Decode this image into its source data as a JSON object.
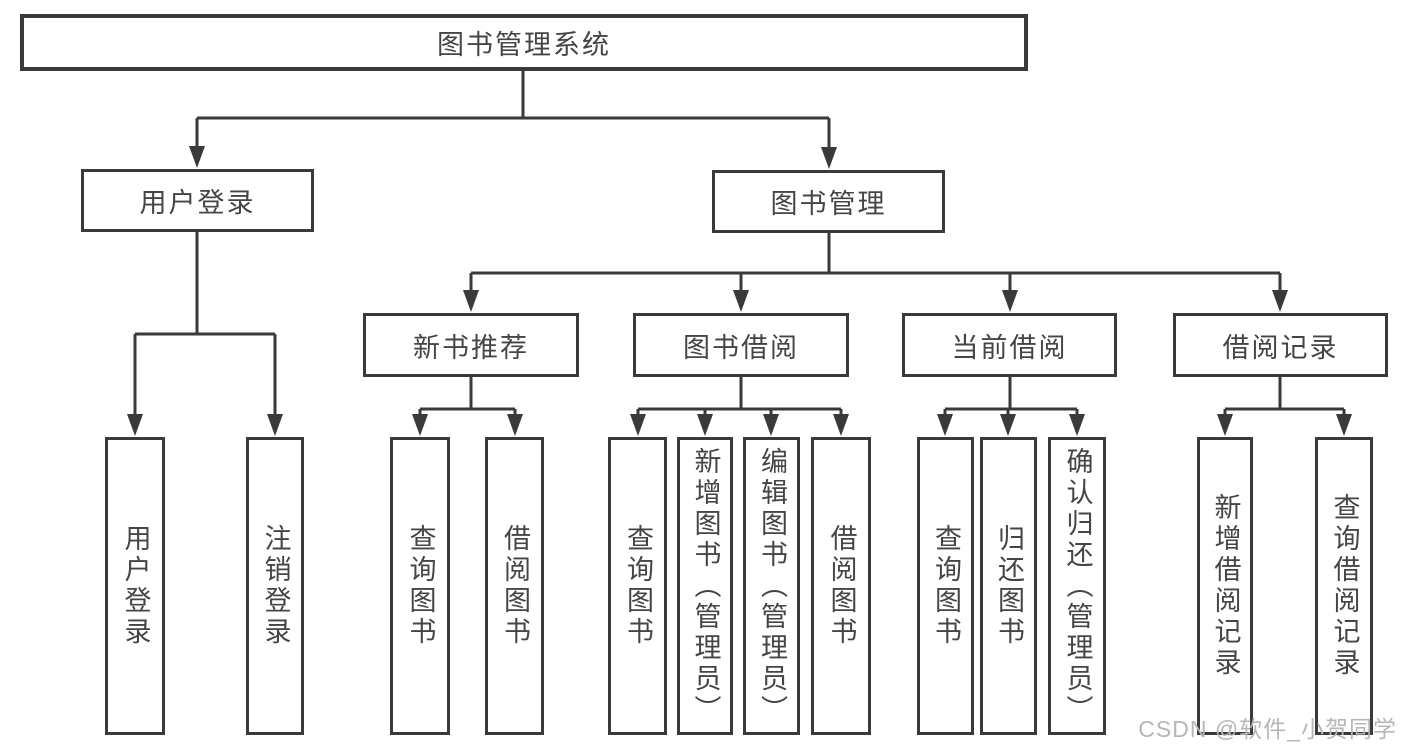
{
  "tree": {
    "root": {
      "label": "图书管理系统"
    },
    "login": {
      "label": "用户登录",
      "children": [
        "用户登录",
        "注销登录"
      ]
    },
    "mgmt": {
      "label": "图书管理",
      "branches": [
        {
          "label": "新书推荐",
          "children": [
            "查询图书",
            "借阅图书"
          ]
        },
        {
          "label": "图书借阅",
          "children": [
            "查询图书",
            "新增图书（管理员）",
            "编辑图书（管理员）",
            "借阅图书"
          ]
        },
        {
          "label": "当前借阅",
          "children": [
            "查询图书",
            "归还图书",
            "确认归还（管理员）"
          ]
        },
        {
          "label": "借阅记录",
          "children": [
            "新增借阅记录",
            "查询借阅记录"
          ]
        }
      ]
    }
  },
  "watermark": "CSDN @软件_小贺同学",
  "colors": {
    "line": "#3a3a3a",
    "text": "#454545",
    "watermark": "#b6b6b6",
    "background": "#ffffff"
  }
}
